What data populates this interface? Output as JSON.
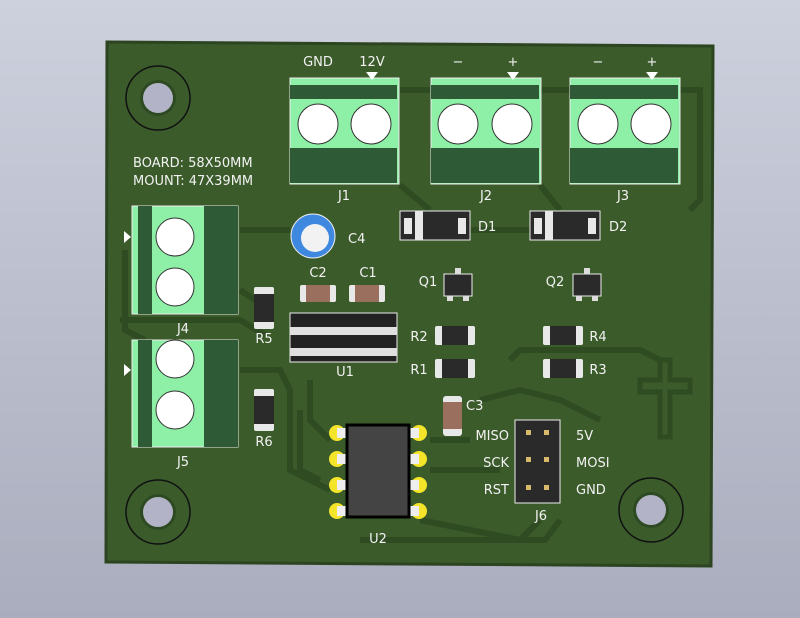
{
  "board": {
    "info_line1": "BOARD: 58X50MM",
    "info_line2": "MOUNT: 47X39MM",
    "colors": {
      "soldermask": "#3b5b2b",
      "terminal": "#8ef0a6",
      "pad": "#f5e52a",
      "silk": "#f2f2f2"
    }
  },
  "components": {
    "J1": {
      "ref": "J1",
      "pin1": "GND",
      "pin2": "12V"
    },
    "J2": {
      "ref": "J2",
      "pin1": "−",
      "pin2": "+"
    },
    "J3": {
      "ref": "J3",
      "pin1": "−",
      "pin2": "+"
    },
    "J4": {
      "ref": "J4"
    },
    "J5": {
      "ref": "J5"
    },
    "C1": "C1",
    "C2": "C2",
    "C3": "C3",
    "C4": "C4",
    "D1": "D1",
    "D2": "D2",
    "Q1": "Q1",
    "Q2": "Q2",
    "R1": "R1",
    "R2": "R2",
    "R3": "R3",
    "R4": "R4",
    "R5": "R5",
    "R6": "R6",
    "U1": "U1",
    "U2": "U2",
    "J6": {
      "ref": "J6",
      "left_labels": [
        "MISO",
        "SCK",
        "RST"
      ],
      "right_labels": [
        "5V",
        "MOSI",
        "GND"
      ]
    }
  }
}
